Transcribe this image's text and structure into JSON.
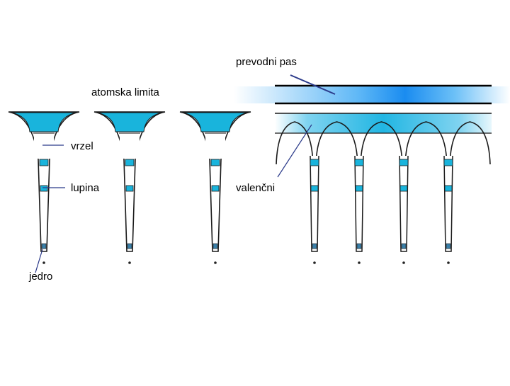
{
  "labels": {
    "conduction_band": "prevodni pas",
    "atomic_limit": "atomska limita",
    "hole": "vrzel",
    "shell": "lupina",
    "valence": "valenčni",
    "nucleus": "jedro"
  },
  "colors": {
    "band_fill": "#19b4dc",
    "band_fill_light": "#a6e4f4",
    "band_gradient_core": "#1a8cf0",
    "well_stroke": "#1a1a1a",
    "pointer_line": "#2b3a8a",
    "background": "#ffffff"
  },
  "isolated_atoms": {
    "count": 3
  },
  "crystal": {
    "well_count": 5
  }
}
